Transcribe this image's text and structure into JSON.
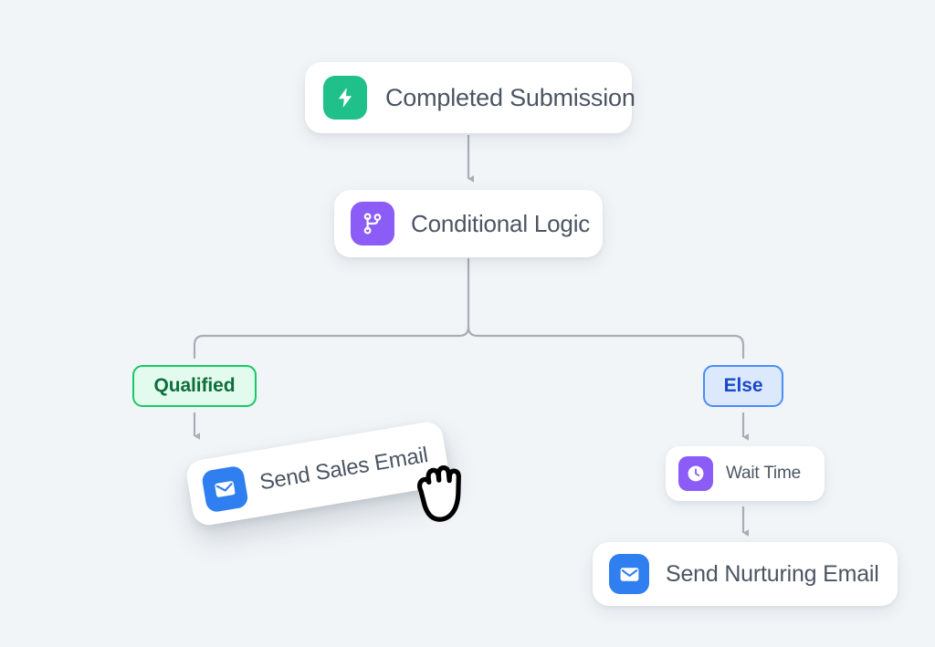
{
  "canvas": {
    "background_color": "#f1f5f8",
    "type": "workflow-automation-builder"
  },
  "nodes": [
    {
      "id": "trigger",
      "label": "Completed Submission",
      "icon": "lightning-bolt-icon",
      "icon_color": "#1fc08a",
      "text_color": "#4b5563"
    },
    {
      "id": "condition",
      "label": "Conditional Logic",
      "icon": "branch-icon",
      "icon_color": "#8b5cf6",
      "text_color": "#4b5563"
    },
    {
      "id": "sales_email",
      "label": "Send Sales Email",
      "icon": "envelope-icon",
      "icon_color": "#2f7ff0",
      "text_color": "#4b5563",
      "state": "dragging"
    },
    {
      "id": "wait",
      "label": "Wait Time",
      "icon": "clock-icon",
      "icon_color": "#8b5cf6",
      "text_color": "#4b5563"
    },
    {
      "id": "nurturing_email",
      "label": "Send Nurturing Email",
      "icon": "envelope-icon",
      "icon_color": "#2f7ff0",
      "text_color": "#4b5563"
    }
  ],
  "branches": [
    {
      "id": "qualified",
      "label": "Qualified",
      "background": "#e3fbee",
      "border": "#17c964",
      "text_color": "#0d6e3c"
    },
    {
      "id": "else",
      "label": "Else",
      "background": "#dce9fd",
      "border": "#4a8ef5",
      "text_color": "#1a49c9"
    }
  ],
  "connectors": {
    "line_color": "#a8aeb5",
    "arrow_color": "#a8aeb5"
  },
  "cursor": {
    "type": "grabbing-hand-cursor"
  }
}
